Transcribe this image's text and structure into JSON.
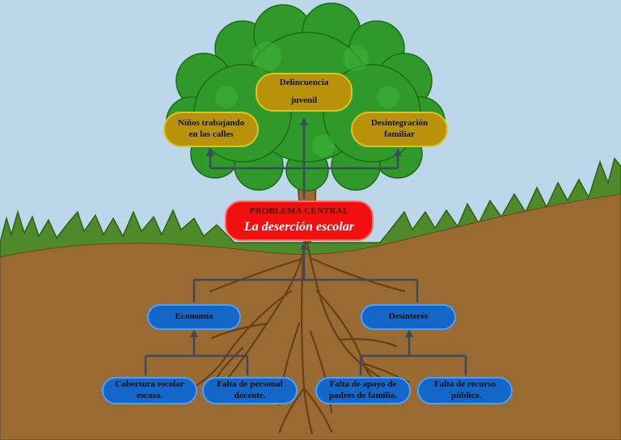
{
  "problem": {
    "heading": "PROBLEMA CENTRAL",
    "title": "La deserción escolar"
  },
  "effects": {
    "left": {
      "line1": "Niños trabajando",
      "line2": "en las calles"
    },
    "center": {
      "line1": "Delincuencia",
      "line2": "juvenil"
    },
    "right": {
      "line1": "Desintegración",
      "line2": "familiar"
    }
  },
  "causes": {
    "economia": {
      "label": "Economía",
      "sub1": {
        "line1": "Cobertura escolar",
        "line2": "escasa."
      },
      "sub2": {
        "line1": "Falta de personal",
        "line2": "docente."
      }
    },
    "desinteres": {
      "label": "Desinterés",
      "sub1": {
        "line1": "Falta de apoyo de",
        "line2": "padres de familia."
      },
      "sub2": {
        "line1": "Falta de recurso",
        "line2": "´público."
      }
    }
  },
  "colors": {
    "sky": "#bcd6ea",
    "soil": "#9a6a33",
    "grass": "#4f8a2a",
    "foliage": "#2f9a2a",
    "effect_box": "#b8930a",
    "cause_box": "#1267c9",
    "problem_box": "#f20f0f",
    "arrow": "#3b4a5e"
  }
}
